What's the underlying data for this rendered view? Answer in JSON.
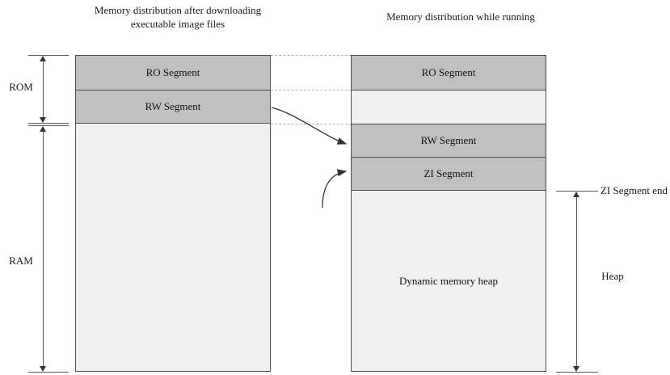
{
  "diagram": {
    "type": "memory-layout-diagram",
    "background": "#ffffff",
    "colors": {
      "segment_fill": "#c0c0c0",
      "free_fill": "#f0f0f0",
      "border": "#4d4d4d",
      "dotted_guide": "#b3b3b3",
      "arrow": "#333333"
    }
  },
  "titles": {
    "left": "Memory distribution after downloading executable image files",
    "right": "Memory distribution while running"
  },
  "left_column": {
    "name": "load-view",
    "segments": [
      {
        "label": "RO Segment",
        "fill": "gray"
      },
      {
        "label": "RW Segment",
        "fill": "gray"
      },
      {
        "label": "",
        "fill": "light"
      }
    ]
  },
  "right_column": {
    "name": "runtime-view",
    "segments": [
      {
        "label": "RO Segment",
        "fill": "gray"
      },
      {
        "label": "",
        "fill": "light"
      },
      {
        "label": "RW Segment",
        "fill": "gray"
      },
      {
        "label": "ZI Segment",
        "fill": "gray"
      },
      {
        "label": "Dynamic memory heap",
        "fill": "light"
      }
    ]
  },
  "left_dimensions": [
    {
      "label": "ROM"
    },
    {
      "label": "RAM"
    }
  ],
  "right_dimensions": [
    {
      "label": "ZI Segment end"
    },
    {
      "label": "Heap"
    }
  ],
  "connectors": [
    {
      "name": "rw-relocation-arrow",
      "from": "left RW Segment",
      "to": "right RW Segment"
    },
    {
      "name": "zi-creation-arrow",
      "from": "runtime",
      "to": "right ZI Segment"
    }
  ]
}
